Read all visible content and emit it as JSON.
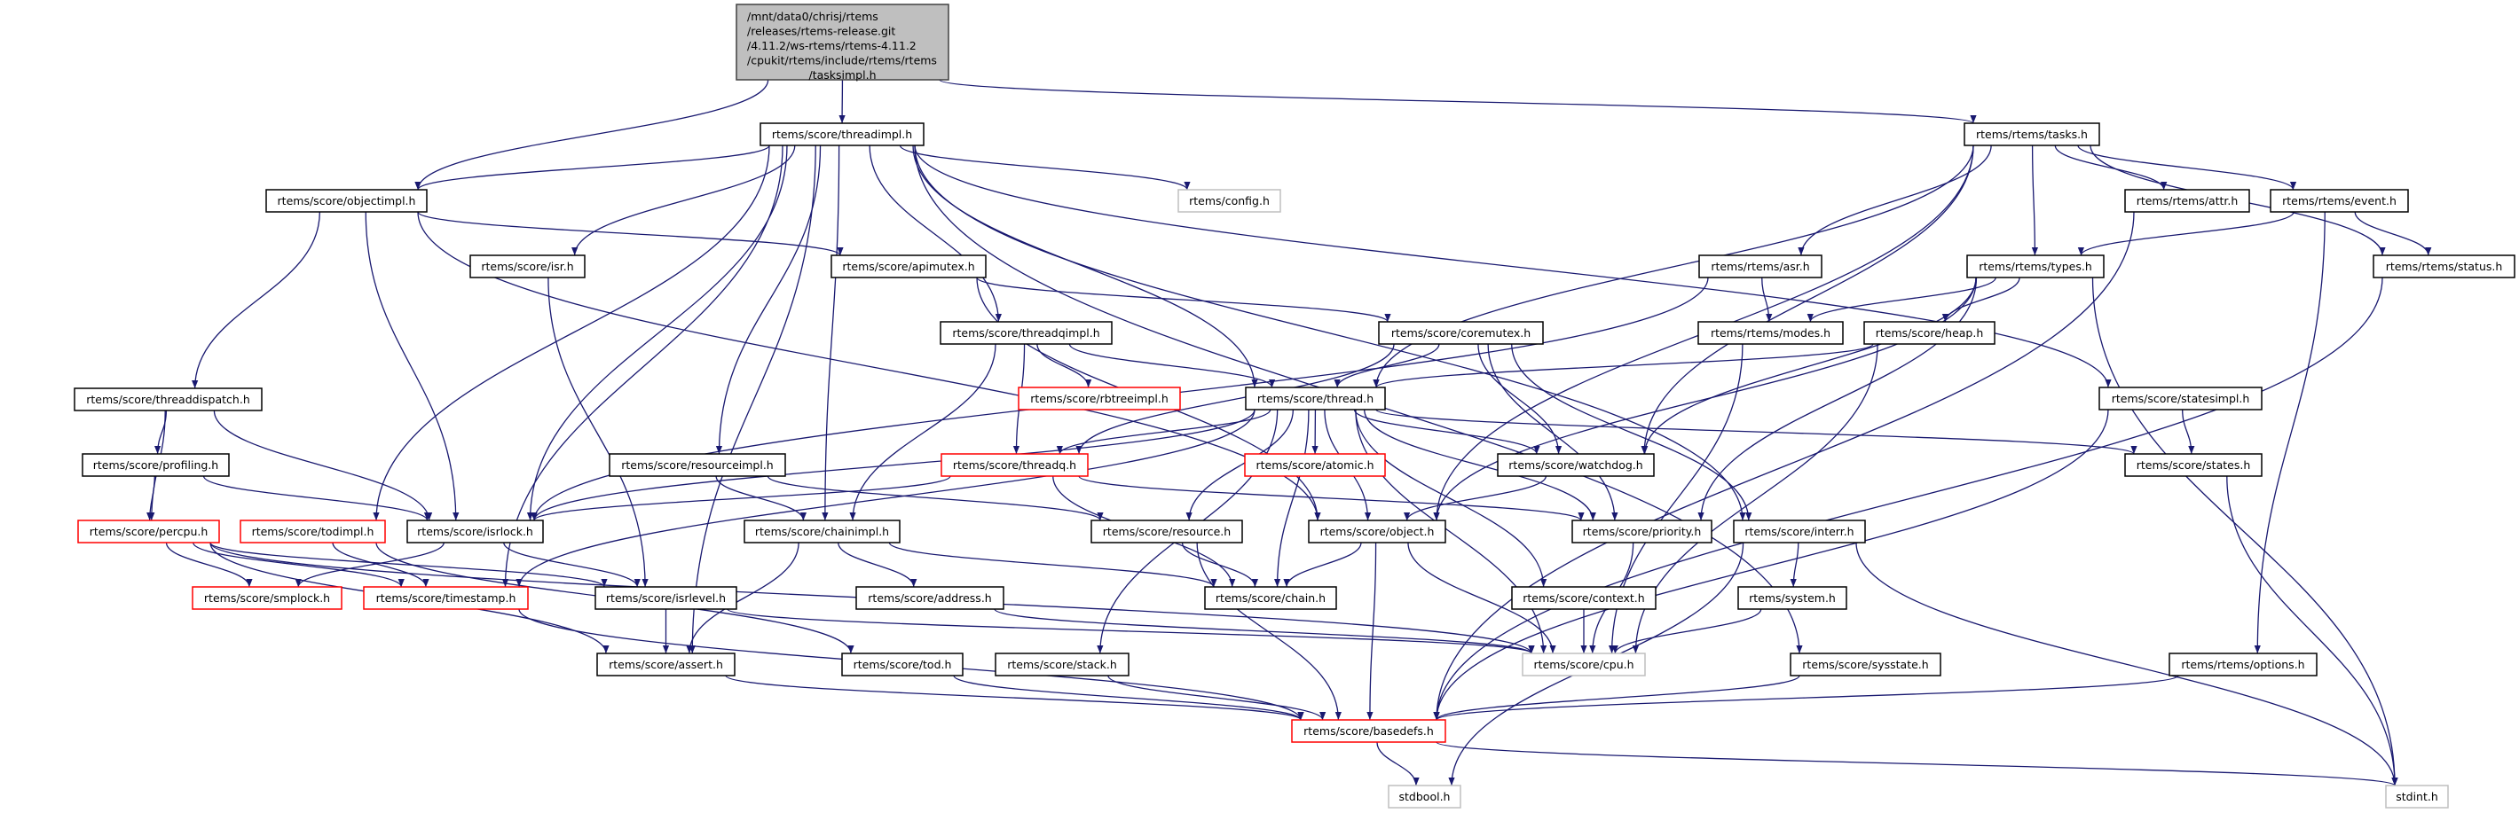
{
  "colors": {
    "edge": "#191970",
    "normal_border": "#000000",
    "red_border": "#ff0000",
    "gray_border": "#bfbfbf",
    "root_fill": "#bfbfbf",
    "fill": "#ffffff"
  },
  "root": {
    "id": "root",
    "lines": [
      "/mnt/data0/chrisj/rtems",
      "/releases/rtems-release.git",
      "/4.11.2/ws-rtems/rtems-4.11.2",
      "/cpukit/rtems/include/rtems/rtems",
      "/tasksimpl.h"
    ]
  },
  "nodes": [
    {
      "id": "threadimpl",
      "label": "rtems/score/threadimpl.h",
      "style": "normal"
    },
    {
      "id": "tasks",
      "label": "rtems/rtems/tasks.h",
      "style": "normal"
    },
    {
      "id": "objectimpl",
      "label": "rtems/score/objectimpl.h",
      "style": "normal"
    },
    {
      "id": "config",
      "label": "rtems/config.h",
      "style": "gray"
    },
    {
      "id": "attr",
      "label": "rtems/rtems/attr.h",
      "style": "normal"
    },
    {
      "id": "event",
      "label": "rtems/rtems/event.h",
      "style": "normal"
    },
    {
      "id": "isr",
      "label": "rtems/score/isr.h",
      "style": "normal"
    },
    {
      "id": "apimutex",
      "label": "rtems/score/apimutex.h",
      "style": "normal"
    },
    {
      "id": "asr",
      "label": "rtems/rtems/asr.h",
      "style": "normal"
    },
    {
      "id": "types",
      "label": "rtems/rtems/types.h",
      "style": "normal"
    },
    {
      "id": "status",
      "label": "rtems/rtems/status.h",
      "style": "normal"
    },
    {
      "id": "threadqimpl",
      "label": "rtems/score/threadqimpl.h",
      "style": "normal"
    },
    {
      "id": "coremutex",
      "label": "rtems/score/coremutex.h",
      "style": "normal"
    },
    {
      "id": "modes",
      "label": "rtems/rtems/modes.h",
      "style": "normal"
    },
    {
      "id": "heap",
      "label": "rtems/score/heap.h",
      "style": "normal"
    },
    {
      "id": "threaddispatch",
      "label": "rtems/score/threaddispatch.h",
      "style": "normal"
    },
    {
      "id": "rbtreeimpl",
      "label": "rtems/score/rbtreeimpl.h",
      "style": "red"
    },
    {
      "id": "thread",
      "label": "rtems/score/thread.h",
      "style": "normal"
    },
    {
      "id": "statesimpl",
      "label": "rtems/score/statesimpl.h",
      "style": "normal"
    },
    {
      "id": "profiling",
      "label": "rtems/score/profiling.h",
      "style": "normal"
    },
    {
      "id": "resourceimpl",
      "label": "rtems/score/resourceimpl.h",
      "style": "normal"
    },
    {
      "id": "threadq",
      "label": "rtems/score/threadq.h",
      "style": "red"
    },
    {
      "id": "atomic",
      "label": "rtems/score/atomic.h",
      "style": "red"
    },
    {
      "id": "watchdog",
      "label": "rtems/score/watchdog.h",
      "style": "normal"
    },
    {
      "id": "states",
      "label": "rtems/score/states.h",
      "style": "normal"
    },
    {
      "id": "percpu",
      "label": "rtems/score/percpu.h",
      "style": "red"
    },
    {
      "id": "todimpl",
      "label": "rtems/score/todimpl.h",
      "style": "red"
    },
    {
      "id": "isrlock",
      "label": "rtems/score/isrlock.h",
      "style": "normal"
    },
    {
      "id": "chainimpl",
      "label": "rtems/score/chainimpl.h",
      "style": "normal"
    },
    {
      "id": "resource",
      "label": "rtems/score/resource.h",
      "style": "normal"
    },
    {
      "id": "object",
      "label": "rtems/score/object.h",
      "style": "normal"
    },
    {
      "id": "priority",
      "label": "rtems/score/priority.h",
      "style": "normal"
    },
    {
      "id": "interr",
      "label": "rtems/score/interr.h",
      "style": "normal"
    },
    {
      "id": "smplock",
      "label": "rtems/score/smplock.h",
      "style": "red"
    },
    {
      "id": "timestamp",
      "label": "rtems/score/timestamp.h",
      "style": "red"
    },
    {
      "id": "isrlevel",
      "label": "rtems/score/isrlevel.h",
      "style": "normal"
    },
    {
      "id": "address",
      "label": "rtems/score/address.h",
      "style": "normal"
    },
    {
      "id": "chain",
      "label": "rtems/score/chain.h",
      "style": "normal"
    },
    {
      "id": "context",
      "label": "rtems/score/context.h",
      "style": "normal"
    },
    {
      "id": "system",
      "label": "rtems/system.h",
      "style": "normal"
    },
    {
      "id": "assert",
      "label": "rtems/score/assert.h",
      "style": "normal"
    },
    {
      "id": "tod",
      "label": "rtems/score/tod.h",
      "style": "normal"
    },
    {
      "id": "stack",
      "label": "rtems/score/stack.h",
      "style": "normal"
    },
    {
      "id": "cpu",
      "label": "rtems/score/cpu.h",
      "style": "gray"
    },
    {
      "id": "sysstate",
      "label": "rtems/score/sysstate.h",
      "style": "normal"
    },
    {
      "id": "options",
      "label": "rtems/rtems/options.h",
      "style": "normal"
    },
    {
      "id": "basedefs",
      "label": "rtems/score/basedefs.h",
      "style": "red"
    },
    {
      "id": "stdbool",
      "label": "stdbool.h",
      "style": "gray"
    },
    {
      "id": "stdint",
      "label": "stdint.h",
      "style": "gray"
    }
  ],
  "edges": [
    [
      "root",
      "threadimpl"
    ],
    [
      "root",
      "objectimpl"
    ],
    [
      "root",
      "tasks"
    ],
    [
      "threadimpl",
      "objectimpl"
    ],
    [
      "threadimpl",
      "config"
    ],
    [
      "threadimpl",
      "isr"
    ],
    [
      "threadimpl",
      "threadqimpl"
    ],
    [
      "threadimpl",
      "resourceimpl"
    ],
    [
      "threadimpl",
      "chainimpl"
    ],
    [
      "threadimpl",
      "thread"
    ],
    [
      "threadimpl",
      "assert"
    ],
    [
      "threadimpl",
      "todimpl"
    ],
    [
      "threadimpl",
      "isrlock"
    ],
    [
      "threadimpl",
      "statesimpl"
    ],
    [
      "threadimpl",
      "sysstate"
    ],
    [
      "threadimpl",
      "interr"
    ],
    [
      "threadimpl",
      "timestamp"
    ],
    [
      "tasks",
      "asr"
    ],
    [
      "tasks",
      "types"
    ],
    [
      "tasks",
      "attr"
    ],
    [
      "tasks",
      "event"
    ],
    [
      "tasks",
      "status"
    ],
    [
      "tasks",
      "thread"
    ],
    [
      "tasks",
      "watchdog"
    ],
    [
      "tasks",
      "object"
    ],
    [
      "objectimpl",
      "threaddispatch"
    ],
    [
      "objectimpl",
      "isrlock"
    ],
    [
      "objectimpl",
      "object"
    ],
    [
      "objectimpl",
      "apimutex"
    ],
    [
      "apimutex",
      "coremutex"
    ],
    [
      "apimutex",
      "object"
    ],
    [
      "isr",
      "isrlevel"
    ],
    [
      "asr",
      "modes"
    ],
    [
      "asr",
      "isrlock"
    ],
    [
      "types",
      "modes"
    ],
    [
      "types",
      "heap"
    ],
    [
      "types",
      "object"
    ],
    [
      "types",
      "priority"
    ],
    [
      "types",
      "stdint"
    ],
    [
      "types",
      "watchdog"
    ],
    [
      "heap",
      "thread"
    ],
    [
      "heap",
      "cpu"
    ],
    [
      "event",
      "types"
    ],
    [
      "event",
      "status"
    ],
    [
      "event",
      "options"
    ],
    [
      "attr",
      "basedefs"
    ],
    [
      "status",
      "basedefs"
    ],
    [
      "modes",
      "cpu"
    ],
    [
      "statesimpl",
      "states"
    ],
    [
      "statesimpl",
      "basedefs"
    ],
    [
      "states",
      "stdint"
    ],
    [
      "interr",
      "system"
    ],
    [
      "interr",
      "stdint"
    ],
    [
      "interr",
      "stdbool"
    ],
    [
      "system",
      "cpu"
    ],
    [
      "sysstate",
      "basedefs"
    ],
    [
      "options",
      "basedefs"
    ],
    [
      "threaddispatch",
      "profiling"
    ],
    [
      "threaddispatch",
      "percpu"
    ],
    [
      "threaddispatch",
      "isrlock"
    ],
    [
      "profiling",
      "percpu"
    ],
    [
      "profiling",
      "isrlock"
    ],
    [
      "percpu",
      "smplock"
    ],
    [
      "percpu",
      "timestamp"
    ],
    [
      "percpu",
      "isrlevel"
    ],
    [
      "percpu",
      "assert"
    ],
    [
      "percpu",
      "cpu"
    ],
    [
      "todimpl",
      "timestamp"
    ],
    [
      "todimpl",
      "tod"
    ],
    [
      "isrlock",
      "smplock"
    ],
    [
      "isrlock",
      "isrlevel"
    ],
    [
      "resourceimpl",
      "chainimpl"
    ],
    [
      "resourceimpl",
      "resource"
    ],
    [
      "threadqimpl",
      "rbtreeimpl"
    ],
    [
      "threadqimpl",
      "thread"
    ],
    [
      "threadqimpl",
      "threadq"
    ],
    [
      "threadqimpl",
      "chainimpl"
    ],
    [
      "coremutex",
      "thread"
    ],
    [
      "coremutex",
      "threadq"
    ],
    [
      "coremutex",
      "watchdog"
    ],
    [
      "coremutex",
      "priority"
    ],
    [
      "coremutex",
      "interr"
    ],
    [
      "thread",
      "threadq"
    ],
    [
      "thread",
      "atomic"
    ],
    [
      "thread",
      "watchdog"
    ],
    [
      "thread",
      "resource"
    ],
    [
      "thread",
      "object"
    ],
    [
      "thread",
      "priority"
    ],
    [
      "thread",
      "chain"
    ],
    [
      "thread",
      "context"
    ],
    [
      "thread",
      "stack"
    ],
    [
      "thread",
      "cpu"
    ],
    [
      "thread",
      "states"
    ],
    [
      "thread",
      "isrlock"
    ],
    [
      "thread",
      "timestamp"
    ],
    [
      "chainimpl",
      "address"
    ],
    [
      "chainimpl",
      "chain"
    ],
    [
      "chainimpl",
      "assert"
    ],
    [
      "isrlevel",
      "assert"
    ],
    [
      "isrlevel",
      "cpu"
    ],
    [
      "timestamp",
      "basedefs"
    ],
    [
      "assert",
      "basedefs"
    ],
    [
      "tod",
      "basedefs"
    ],
    [
      "address",
      "cpu"
    ],
    [
      "threadq",
      "isrlock"
    ],
    [
      "threadq",
      "priority"
    ],
    [
      "threadq",
      "chain"
    ],
    [
      "resource",
      "chain"
    ],
    [
      "resource",
      "basedefs"
    ],
    [
      "object",
      "chain"
    ],
    [
      "object",
      "cpu"
    ],
    [
      "object",
      "basedefs"
    ],
    [
      "priority",
      "cpu"
    ],
    [
      "context",
      "cpu"
    ],
    [
      "stack",
      "basedefs"
    ],
    [
      "watchdog",
      "object"
    ],
    [
      "basedefs",
      "stdbool"
    ],
    [
      "basedefs",
      "stdint"
    ]
  ]
}
